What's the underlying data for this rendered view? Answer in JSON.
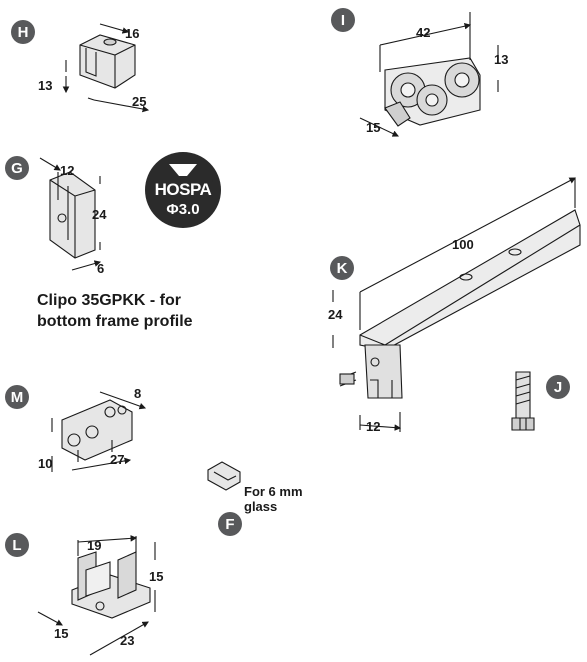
{
  "parts": {
    "H": {
      "label": "H",
      "dims": [
        "16",
        "13",
        "25"
      ]
    },
    "I": {
      "label": "I",
      "dims": [
        "42",
        "13",
        "15"
      ]
    },
    "G": {
      "label": "G",
      "dims": [
        "12",
        "24",
        "6"
      ]
    },
    "K": {
      "label": "K",
      "dims": [
        "100",
        "24",
        "12"
      ]
    },
    "M": {
      "label": "M",
      "dims": [
        "8",
        "10",
        "27"
      ]
    },
    "J": {
      "label": "J"
    },
    "F": {
      "label": "F",
      "note": "For 6 mm glass"
    },
    "L": {
      "label": "L",
      "dims": [
        "19",
        "15",
        "15",
        "23"
      ]
    }
  },
  "hospa": {
    "brand": "HOSPA",
    "size": "Φ3.0"
  },
  "caption_g": "Clipo 35GPKK - for bottom frame profile",
  "colors": {
    "badge": "#58595b",
    "line": "#1a1a1a",
    "part_fill": "#d9d9d9"
  }
}
